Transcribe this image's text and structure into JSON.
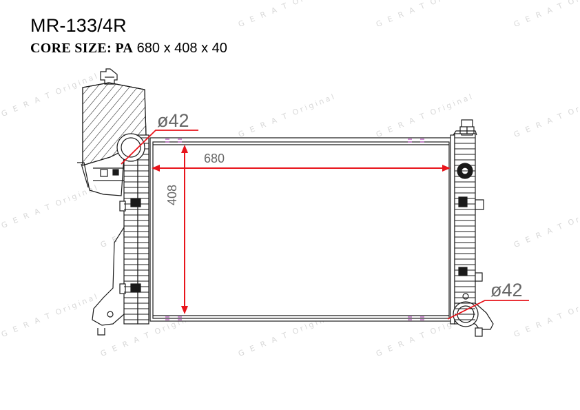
{
  "title": "MR-133/4R",
  "core_size": {
    "label": "CORE SIZE: PA",
    "value": "680 x 408 x 40"
  },
  "dimensions": {
    "width_label": "680",
    "height_label": "408",
    "inlet_diameter": "ø42",
    "outlet_diameter": "ø42"
  },
  "watermark": {
    "text": "G E R A T Original",
    "color": "#d8d8d8"
  },
  "colors": {
    "dimension_line": "#e8141b",
    "drawing": "#1a1a1a",
    "tab_marks": "#b04ab8"
  }
}
